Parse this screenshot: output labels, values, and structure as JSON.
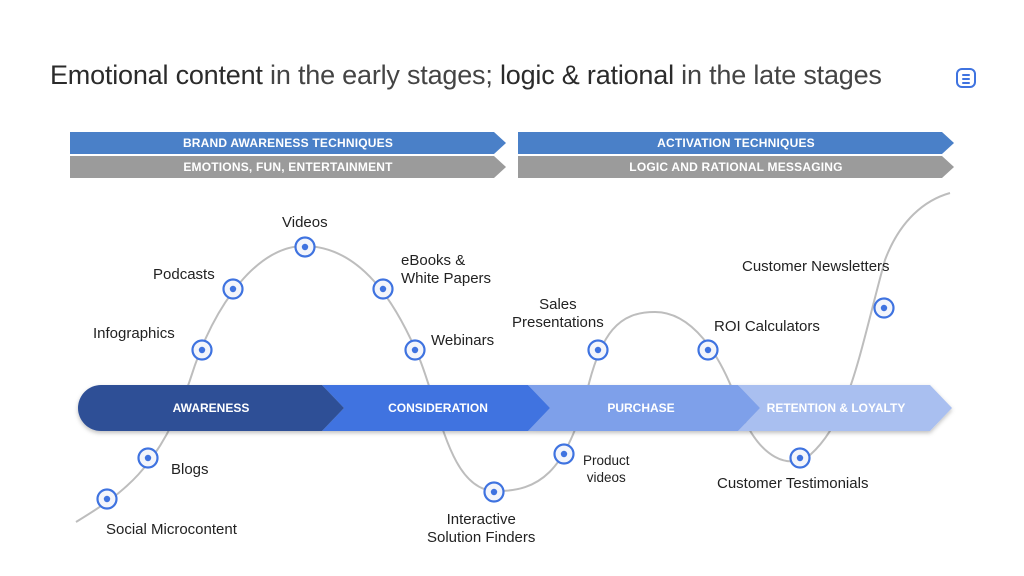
{
  "title": {
    "part1_bold": "Emotional content",
    "part2": " in the early stages; ",
    "part3_bold": "logic & rational",
    "part4": " in the late stages",
    "icon": "notes-icon"
  },
  "bands": {
    "left_top": "BRAND AWARENESS TECHNIQUES",
    "left_bottom": "EMOTIONS, FUN, ENTERTAINMENT",
    "right_top": "ACTIVATION TECHNIQUES",
    "right_bottom": "LOGIC AND RATIONAL MESSAGING"
  },
  "stages": [
    {
      "label": "AWARENESS",
      "color": "#2d4f96"
    },
    {
      "label": "CONSIDERATION",
      "color": "#3f73e0"
    },
    {
      "label": "PURCHASE",
      "color": "#7ea0ea"
    },
    {
      "label": "RETENTION & LOYALTY",
      "color": "#a9bff0"
    }
  ],
  "nodes": [
    {
      "label": "Social Microcontent"
    },
    {
      "label": "Blogs"
    },
    {
      "label": "Infographics"
    },
    {
      "label": "Podcasts"
    },
    {
      "label": "Videos"
    },
    {
      "label": "eBooks &\nWhite Papers",
      "line1": "eBooks &",
      "line2": "White Papers"
    },
    {
      "label": "Webinars"
    },
    {
      "label": "Interactive\nSolution Finders",
      "line1": "Interactive",
      "line2": "Solution Finders"
    },
    {
      "label": "Product\nvideos",
      "line1": "Product",
      "line2": "videos"
    },
    {
      "label": "Sales\nPresentations",
      "line1": "Sales",
      "line2": "Presentations"
    },
    {
      "label": "ROI Calculators"
    },
    {
      "label": "Customer Testimonials"
    },
    {
      "label": "Customer Newsletters"
    }
  ],
  "colors": {
    "node_ring": "#3f73e0",
    "curve": "#bdbdbd",
    "band_blue": "#4a80c8",
    "band_gray": "#9b9b9b"
  }
}
